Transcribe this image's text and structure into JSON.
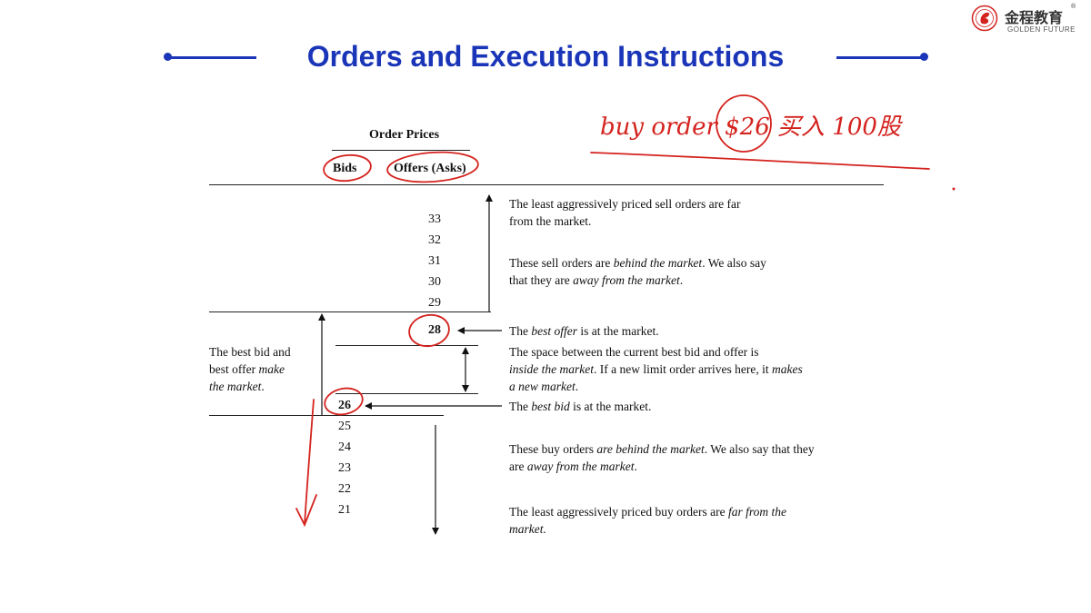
{
  "brand": {
    "name_cn": "金程教育",
    "name_en": "GOLDEN FUTURE",
    "reg_mark": "®"
  },
  "slide": {
    "title": "Orders and Execution Instructions"
  },
  "diagram": {
    "header": "Order Prices",
    "bids_label": "Bids",
    "offers_label": "Offers (Asks)",
    "offer_prices": [
      "33",
      "32",
      "31",
      "30",
      "29"
    ],
    "best_offer": "28",
    "best_bid": "26",
    "bid_prices": [
      "25",
      "24",
      "23",
      "22",
      "21"
    ],
    "left_note": [
      "The best bid and",
      "best offer ",
      "make",
      "the market",
      "."
    ],
    "notes": {
      "far_sell": [
        "The least aggressively priced sell orders are far",
        "from the market."
      ],
      "behind_sell": {
        "pre": "These sell orders are ",
        "em1": "behind the market",
        "mid": ". We also say",
        "line2_pre": "that they are ",
        "em2": "away from the market",
        "end": "."
      },
      "best_offer": {
        "pre": "The ",
        "em": "best offer",
        "end": " is at the market."
      },
      "inside": {
        "l1": "The space between the current best bid and offer is",
        "em1": "inside the market",
        "mid": ". If a new limit order arrives here, it ",
        "em2": "makes",
        "em3": "a new market",
        "end": "."
      },
      "best_bid": {
        "pre": "The ",
        "em": "best bid",
        "end": " is at the market."
      },
      "behind_buy": {
        "pre": "These buy orders ",
        "em1": "are behind the market",
        "mid": ". We also say that they",
        "line2_pre": "are ",
        "em2": "away from the market",
        "end": "."
      },
      "far_buy": {
        "pre": "The least aggressively priced buy orders are ",
        "em": "far from the",
        "line2": "market."
      }
    }
  },
  "annotation": {
    "handwriting": "buy order $26 买入 100股",
    "color": "#d4231e"
  },
  "colors": {
    "title": "#1a35b8",
    "ink": "#111111",
    "annotation": "#d4231e"
  }
}
